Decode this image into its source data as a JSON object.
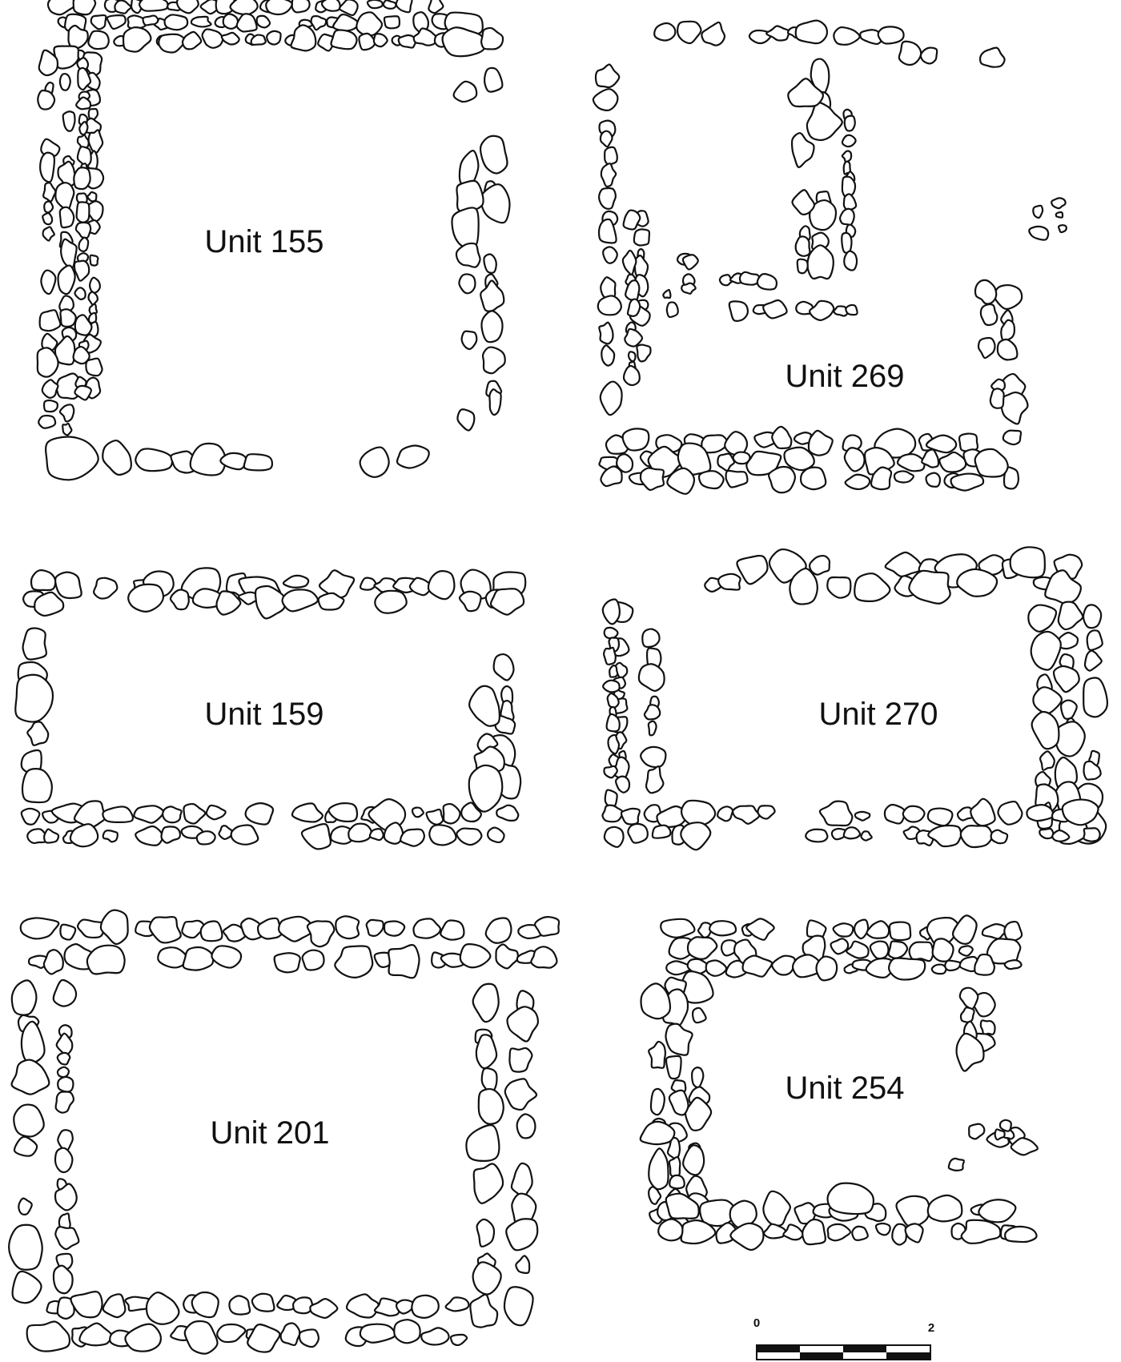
{
  "figure": {
    "units": [
      {
        "id": "u155",
        "label": "Unit 155"
      },
      {
        "id": "u269",
        "label": "Unit 269"
      },
      {
        "id": "u159",
        "label": "Unit 159"
      },
      {
        "id": "u270",
        "label": "Unit 270"
      },
      {
        "id": "u201",
        "label": "Unit 201"
      },
      {
        "id": "u254",
        "label": "Unit 254"
      }
    ],
    "scale_bar": {
      "start_label": "0",
      "end_label": "2"
    }
  },
  "colors": {
    "background": "#ffffff",
    "ink": "#111111"
  }
}
